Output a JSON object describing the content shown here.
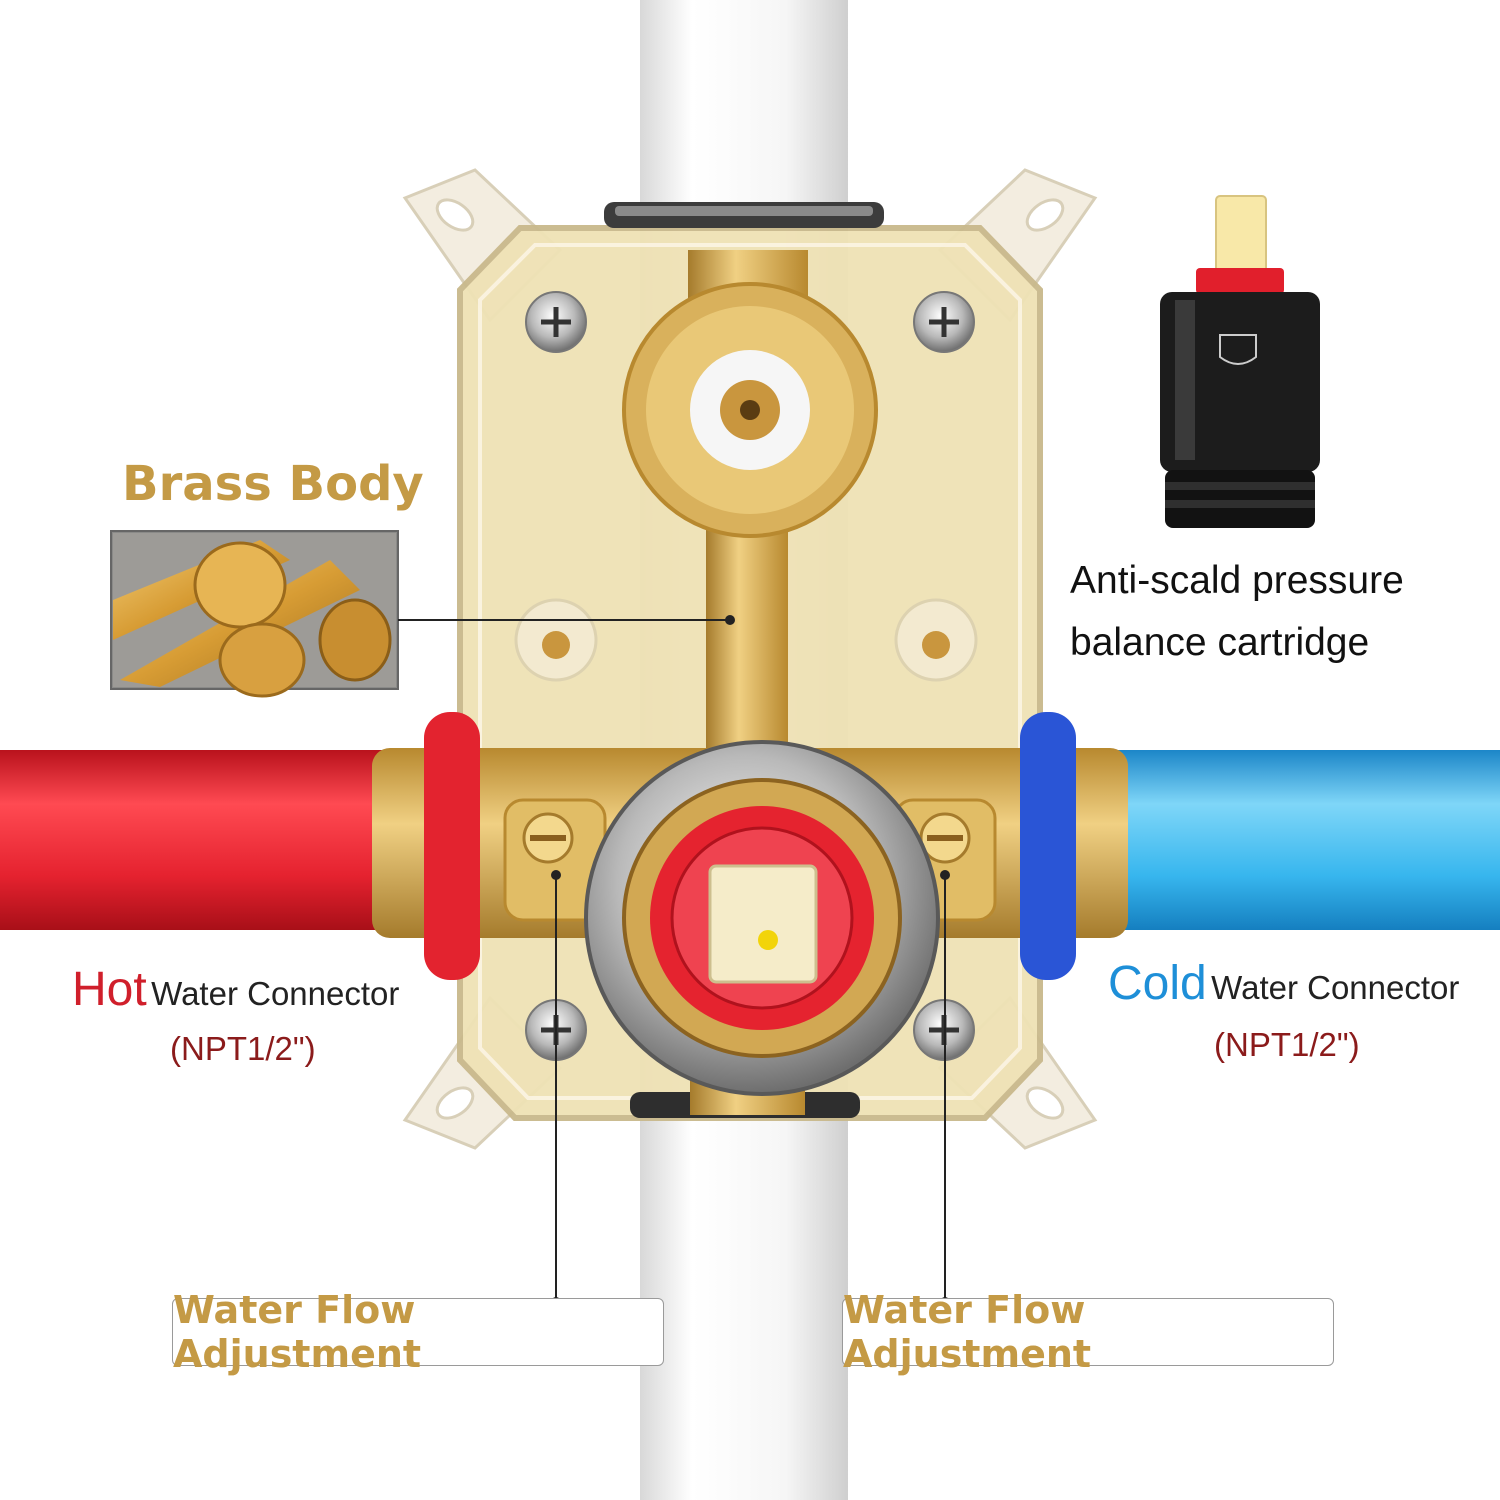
{
  "colors": {
    "gold_text": "#c49a45",
    "hot_red": "#d01f2b",
    "cold_blue": "#1e8fd8",
    "npt_red": "#8b1b1b",
    "hot_pipe": "#e5222f",
    "cold_pipe": "#37b6ee",
    "brass": "#d9b15c",
    "housing": "#efe2b5"
  },
  "labels": {
    "brass_body": "Brass Body",
    "cartridge_line1": "Anti-scald pressure",
    "cartridge_line2": "balance cartridge",
    "hot_word": "Hot",
    "cold_word": "Cold",
    "connector_suffix": "Water Connector",
    "npt": "(NPT1/2\")",
    "flow_left": "Water Flow Adjustment",
    "flow_right": "Water Flow Adjustment"
  }
}
